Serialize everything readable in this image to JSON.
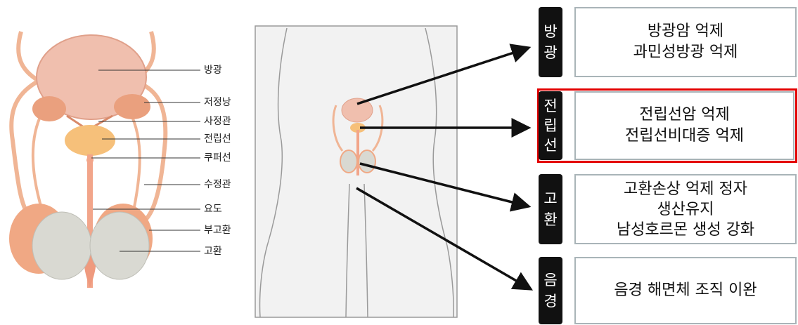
{
  "anatomy_labels": [
    "방광",
    "저정낭",
    "사정관",
    "전립선",
    "쿠퍼선",
    "수정관",
    "요도",
    "부고환",
    "고환"
  ],
  "organs": [
    {
      "tag": [
        "방",
        "광"
      ],
      "effects": [
        "방광암 억제",
        "과민성방광 억제"
      ]
    },
    {
      "tag": [
        "전",
        "립",
        "선"
      ],
      "effects": [
        "전립선암 억제",
        "전립선비대증 억제"
      ]
    },
    {
      "tag": [
        "고",
        "환"
      ],
      "effects": [
        "고환손상 억제 정자",
        "생산유지",
        "남성호르몬 생성 강화"
      ]
    },
    {
      "tag": [
        "음",
        "경"
      ],
      "effects": [
        "음경 해면체 조직 이완"
      ]
    }
  ],
  "colors": {
    "highlight": "#e30000",
    "tag_background": "#111111",
    "box_border": "#a9b4b8",
    "organ_tissue": "#f2b99a",
    "testis": "#d9d9d2"
  }
}
